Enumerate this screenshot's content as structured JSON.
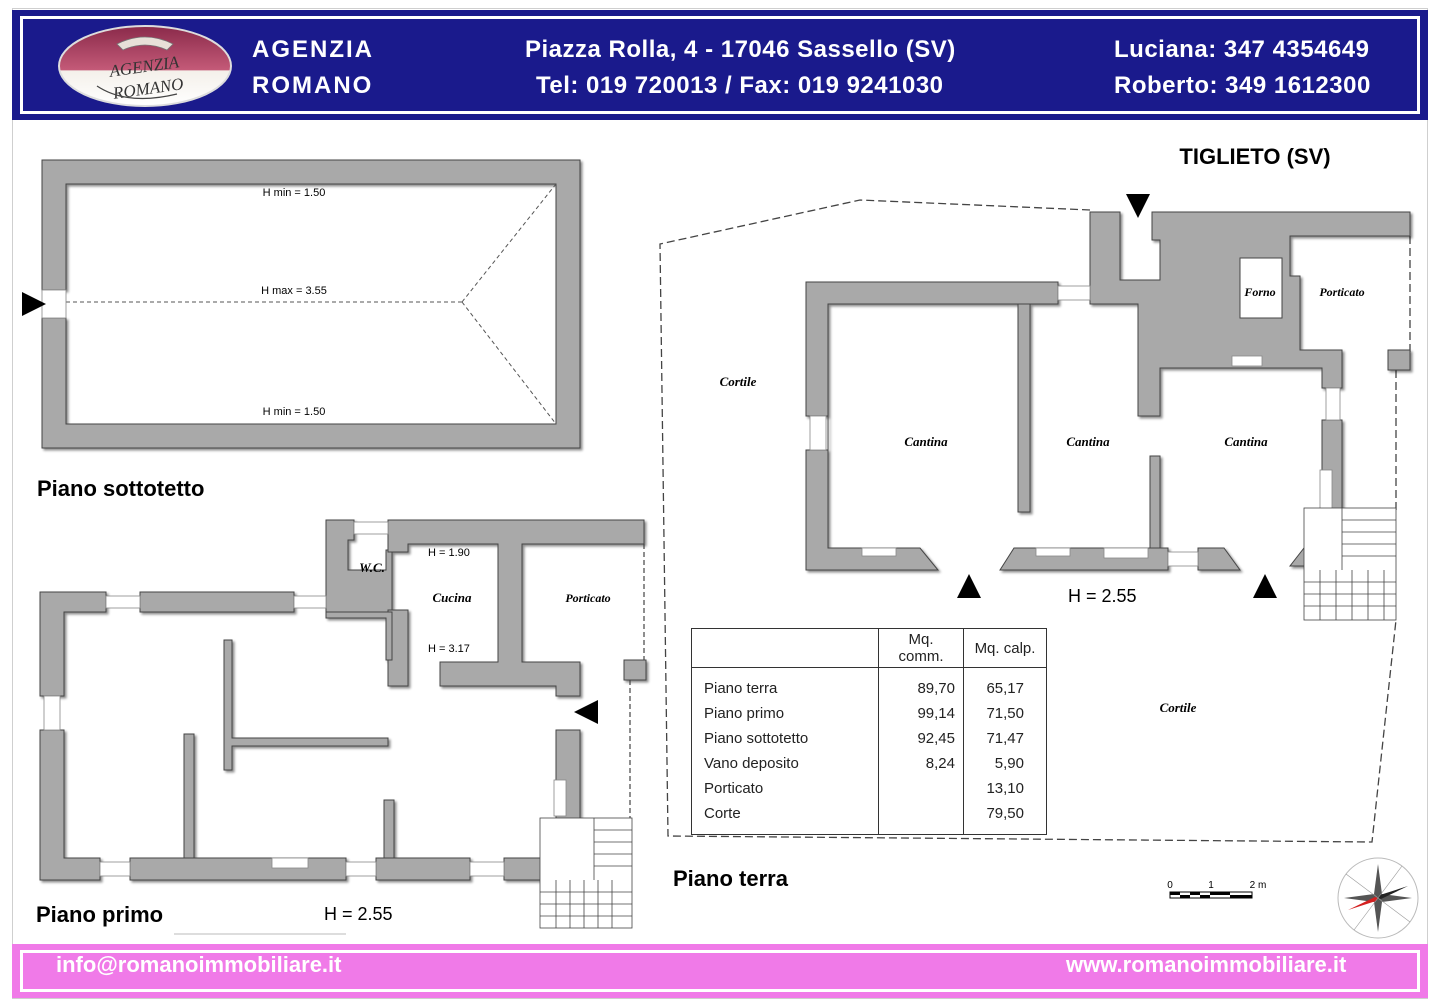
{
  "header": {
    "agency_line1": "AGENZIA",
    "agency_line2": "ROMANO",
    "address": "Piazza Rolla, 4 - 17046 Sassello (SV)",
    "tel_fax": "Tel: 019 720013 / Fax: 019 9241030",
    "contact1": "Luciana: 347 4354649",
    "contact2": "Roberto: 349 1612300",
    "logo_text1": "AGENZIA",
    "logo_text2": "ROMANO",
    "bg_color": "#1a1a8c"
  },
  "location": "TIGLIETO (SV)",
  "sottotetto": {
    "title": "Piano sottotetto",
    "h_min_top": "H min = 1.50",
    "h_max": "H max = 3.55",
    "h_min_bottom": "H min = 1.50"
  },
  "primo": {
    "title": "Piano primo",
    "height": "H  = 2.55",
    "wc": "W.C.",
    "cucina": "Cucina",
    "porticato": "Porticato",
    "h1": "H  = 1.90",
    "h2": "H  = 3.17"
  },
  "terra": {
    "title": "Piano terra",
    "height": "H  = 2.55",
    "cortile1": "Cortile",
    "cortile2": "Cortile",
    "cantina1": "Cantina",
    "cantina2": "Cantina",
    "cantina3": "Cantina",
    "forno": "Forno",
    "porticato": "Porticato"
  },
  "table": {
    "col1": "Mq. comm.",
    "col2": "Mq. calp.",
    "rows": [
      {
        "name": "Piano terra",
        "comm": "89,70",
        "calp": "65,17"
      },
      {
        "name": "Piano primo",
        "comm": "99,14",
        "calp": "71,50"
      },
      {
        "name": "Piano sottotetto",
        "comm": "92,45",
        "calp": "71,47"
      },
      {
        "name": "Vano deposito",
        "comm": "8,24",
        "calp": "5,90"
      },
      {
        "name": "Porticato",
        "comm": "",
        "calp": "13,10"
      },
      {
        "name": "Corte",
        "comm": "",
        "calp": "79,50"
      }
    ]
  },
  "scale": {
    "s0": "0",
    "s1": "1",
    "s2": "2 m"
  },
  "footer": {
    "email": "info@romanoimmobiliare.it",
    "website": "www.romanoimmobiliare.it",
    "bg_color": "#f07ae8"
  },
  "colors": {
    "wall": "#a9a9a9",
    "wall_stroke": "#444444"
  }
}
